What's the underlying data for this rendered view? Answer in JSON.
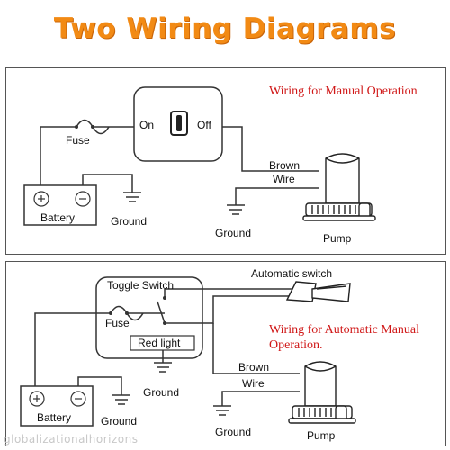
{
  "title": "Two Wiring Diagrams",
  "manual": {
    "note": "Wiring for Manual Operation",
    "fuse": "Fuse",
    "on": "On",
    "off": "Off",
    "battery": "Battery",
    "ground_battery": "Ground",
    "brown": "Brown",
    "wire": "Wire",
    "ground_pump": "Ground",
    "pump": "Pump"
  },
  "automatic": {
    "note_line1": "Wiring for Automatic Manual",
    "note_line2": "Operation.",
    "toggle_switch": "Toggle Switch",
    "automatic_switch": "Automatic switch",
    "fuse": "Fuse",
    "red_light": "Red light",
    "ground_switch": "Ground",
    "battery": "Battery",
    "ground_battery": "Ground",
    "brown": "Brown",
    "wire": "Wire",
    "ground_pump": "Ground",
    "pump": "Pump"
  },
  "watermark": "globalizationalhorizons"
}
